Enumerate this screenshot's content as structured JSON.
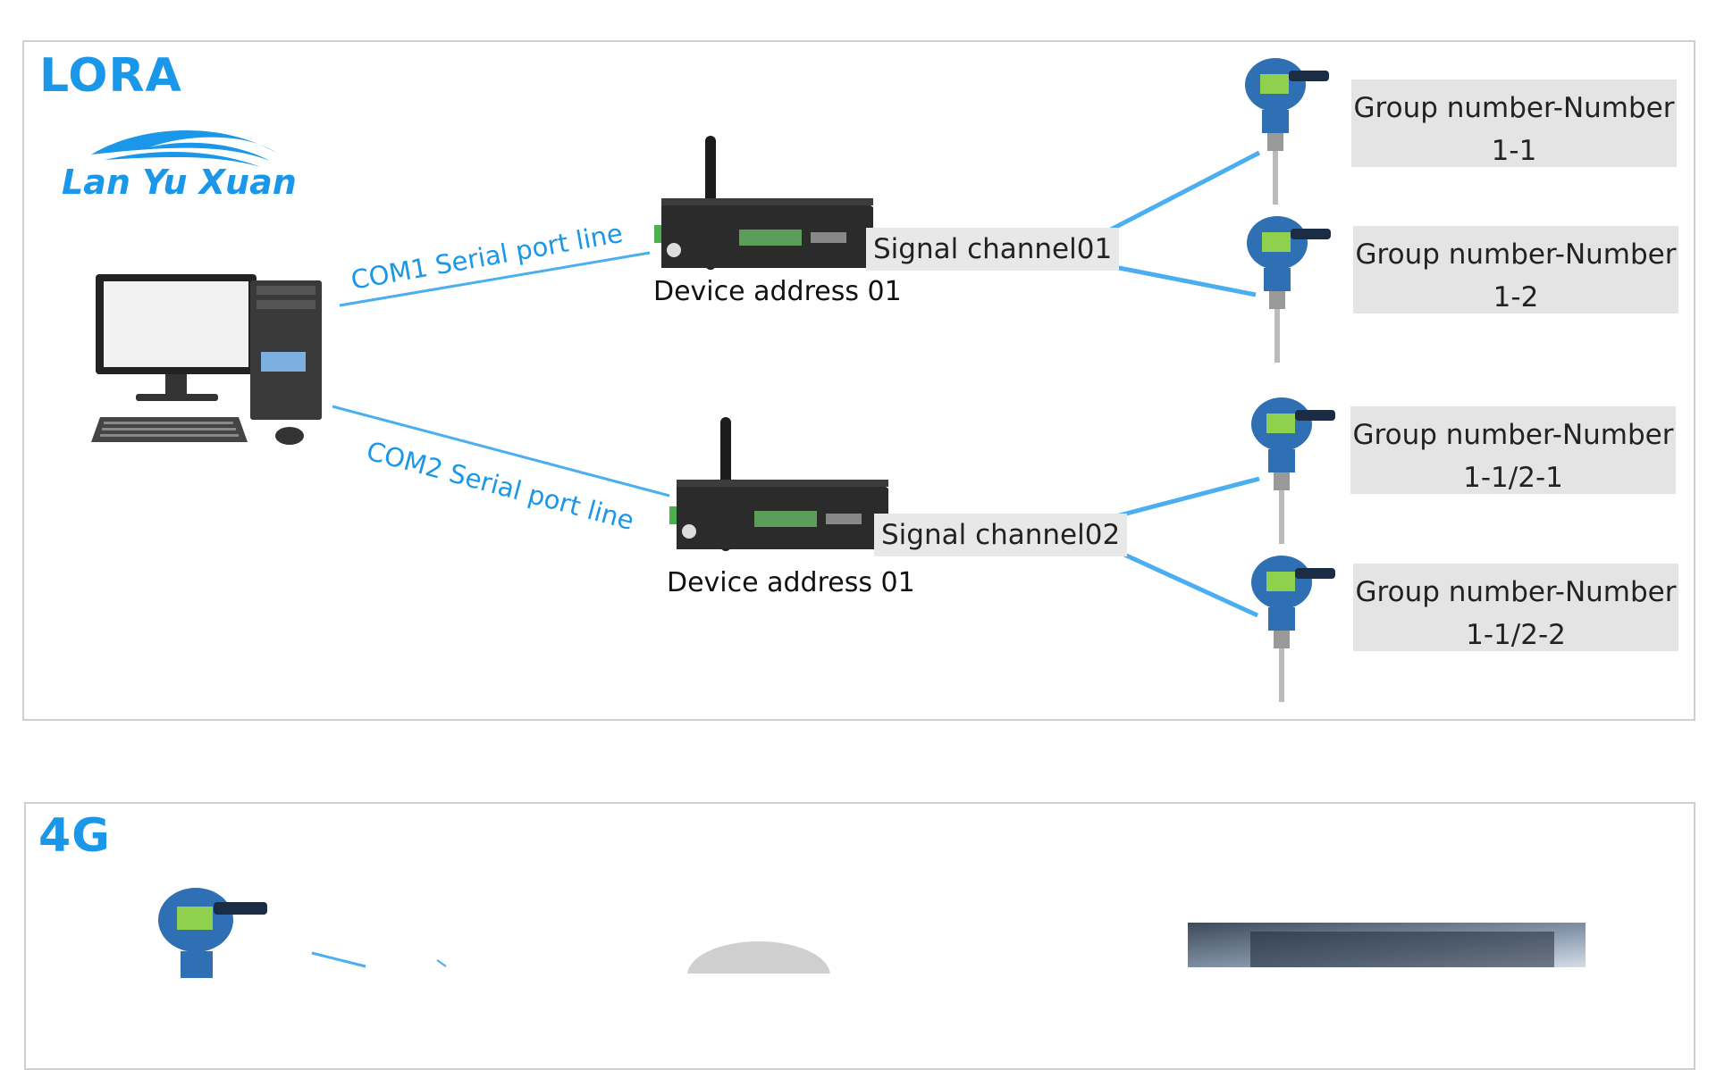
{
  "lora": {
    "title": "LORA",
    "logo_text": "Lan Yu Xuan",
    "com1_line": "COM1 Serial port line",
    "com2_line": "COM2 Serial port line",
    "device1_label": "Device address 01",
    "device2_label": "Device address 01",
    "channel1_label": "Signal channel01",
    "channel2_label": "Signal channel02",
    "sensors": [
      {
        "line1": "Group number-Number",
        "line2": "1-1"
      },
      {
        "line1": "Group number-Number",
        "line2": "1-2"
      },
      {
        "line1": "Group number-Number",
        "line2": "1-1/2-1"
      },
      {
        "line1": "Group number-Number",
        "line2": "1-1/2-2"
      }
    ]
  },
  "fourg": {
    "title": "4G"
  },
  "colors": {
    "accent": "#1a97e8",
    "label_bg": "#e4e4e4",
    "sensor_blue": "#2f6fb3",
    "lcd_green": "#8fd14f",
    "device_body": "#2b2b2b"
  },
  "icons": [
    "lanyuxuan-logo",
    "desktop-computer-icon",
    "lora-gateway-icon",
    "pressure-transmitter-icon",
    "cloud-icon",
    "monitor-screen-icon"
  ]
}
